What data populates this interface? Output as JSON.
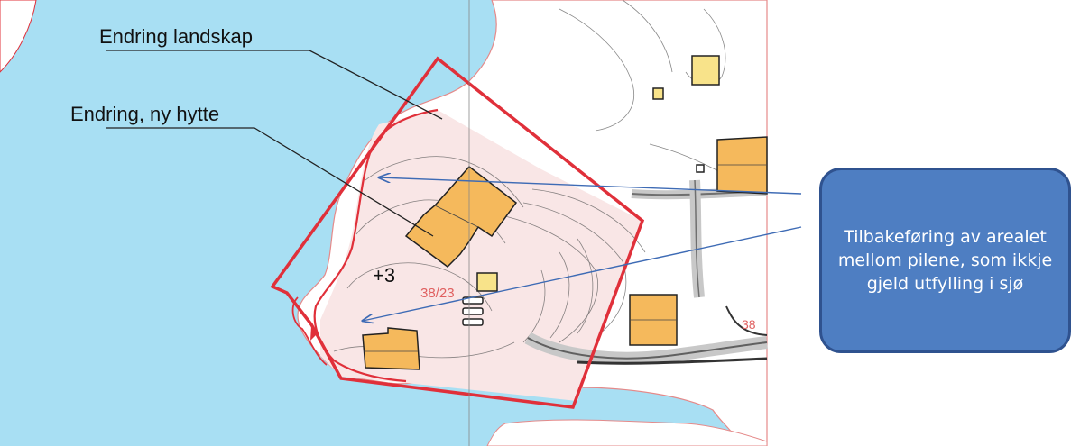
{
  "map": {
    "labels": {
      "landscape_change": "Endring landskap",
      "new_cabin_change": "Endring, ny hytte",
      "elevation": "+3",
      "parcel": "38/23",
      "parcel_edge": "38"
    },
    "colors": {
      "water": "#a8dff3",
      "land": "#ffffff",
      "plan_area": "#f9e6e6",
      "boundary": "#e0303a",
      "building": "#f5b95c",
      "road": "#c8c8c8",
      "contour": "#555555",
      "arrow": "#3e6bb5"
    }
  },
  "callout": {
    "text": "Tilbakeføring av arealet mellom pilene, som ikkje gjeld utfylling i sjø",
    "fill": "#4e7ec2",
    "border": "#2f528f"
  }
}
